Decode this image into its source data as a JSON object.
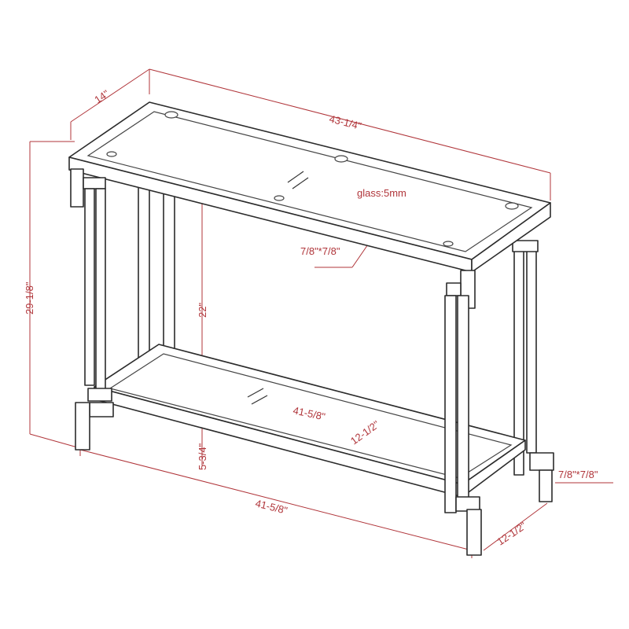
{
  "dimensions": {
    "depth_top": "14\"",
    "width_top": "43-1/4\"",
    "glass": "glass:5mm",
    "top_frame_section": "7/8\"*7/8\"",
    "height_total": "29-1/8\"",
    "height_under_top": "22\"",
    "shelf_width": "41-5/8\"",
    "shelf_depth": "12-1/2\"",
    "shelf_height": "5-3/4\"",
    "base_width": "41-5/8\"",
    "base_depth": "12-1/2\"",
    "leg_section": "7/8\"*7/8\""
  },
  "colors": {
    "dimension": "#b0353a",
    "frame": "#2b2b2b",
    "background": "#ffffff"
  }
}
